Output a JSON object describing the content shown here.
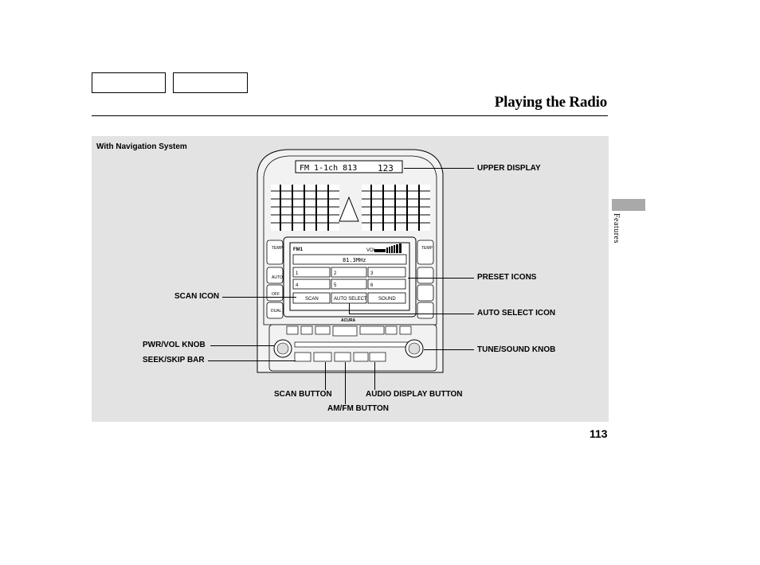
{
  "header": {
    "title": "Playing the Radio"
  },
  "panel": {
    "caption": "With Navigation System"
  },
  "sidebar": {
    "section_label": "Features"
  },
  "footer": {
    "page_number": "113"
  },
  "callouts": {
    "upper_display": "UPPER DISPLAY",
    "preset_icons": "PRESET ICONS",
    "scan_icon": "SCAN ICON",
    "auto_select_icon": "AUTO SELECT ICON",
    "pwr_vol_knob": "PWR/VOL KNOB",
    "tune_sound_knob": "TUNE/SOUND KNOB",
    "seek_skip_bar": "SEEK/SKIP BAR",
    "scan_button": "SCAN BUTTON",
    "audio_display_button": "AUDIO DISPLAY BUTTON",
    "am_fm_button": "AM/FM BUTTON"
  },
  "radio": {
    "upper_display_text": "FM 1-1ch 813",
    "upper_display_temp": "123",
    "screen_band": "FM1",
    "screen_vol": "VOL",
    "screen_freq": "81.3MHz",
    "presets": [
      "1",
      "2",
      "3",
      "4",
      "5",
      "6"
    ],
    "scan_label": "SCAN",
    "auto_select_label": "AUTO SELECT",
    "sound_label": "SOUND",
    "brand": "ACURA"
  },
  "colors": {
    "panel_bg": "#e3e3e3",
    "side_tab": "#a9a9a9"
  }
}
